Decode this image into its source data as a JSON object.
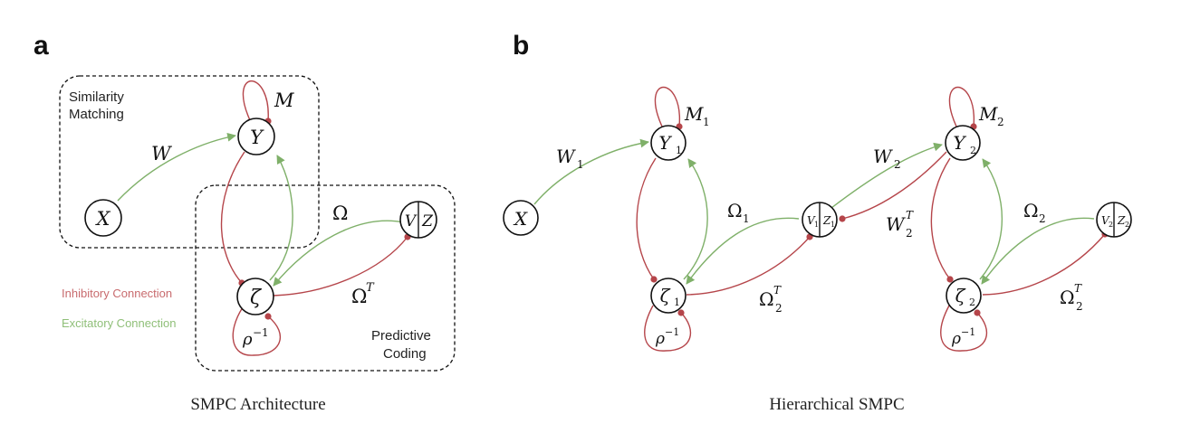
{
  "panels": {
    "a": "a",
    "b": "b"
  },
  "captions": {
    "a": "SMPC Architecture",
    "b": "Hierarchical SMPC"
  },
  "boxes": {
    "similarity": [
      "Similarity",
      "Matching"
    ],
    "predictive": [
      "Predictive",
      "Coding"
    ]
  },
  "legend": {
    "inhibitory": "Inhibitory Connection",
    "excitatory": "Excitatory Connection",
    "inhibitory_color": "#b5454a",
    "excitatory_color": "#7fb069"
  },
  "a": {
    "nodes": {
      "X": "X",
      "Y": "Y",
      "zeta": "ζ",
      "V": "V",
      "Z": "Z"
    },
    "labels": {
      "W": "W",
      "M": "M",
      "Omega": "Ω",
      "OmegaT": "Ω",
      "T": "T",
      "rho": "ρ",
      "rho_exp": "−1"
    }
  },
  "b": {
    "nodes": {
      "X": "X",
      "Y": "Y",
      "zeta": "ζ",
      "V": "V",
      "Z": "Z",
      "sub1": "1",
      "sub2": "2"
    },
    "labels": {
      "W": "W",
      "M": "M",
      "Omega": "Ω",
      "T": "T",
      "rho": "ρ",
      "rho_exp": "−1",
      "sub1": "1",
      "sub2": "2"
    }
  }
}
